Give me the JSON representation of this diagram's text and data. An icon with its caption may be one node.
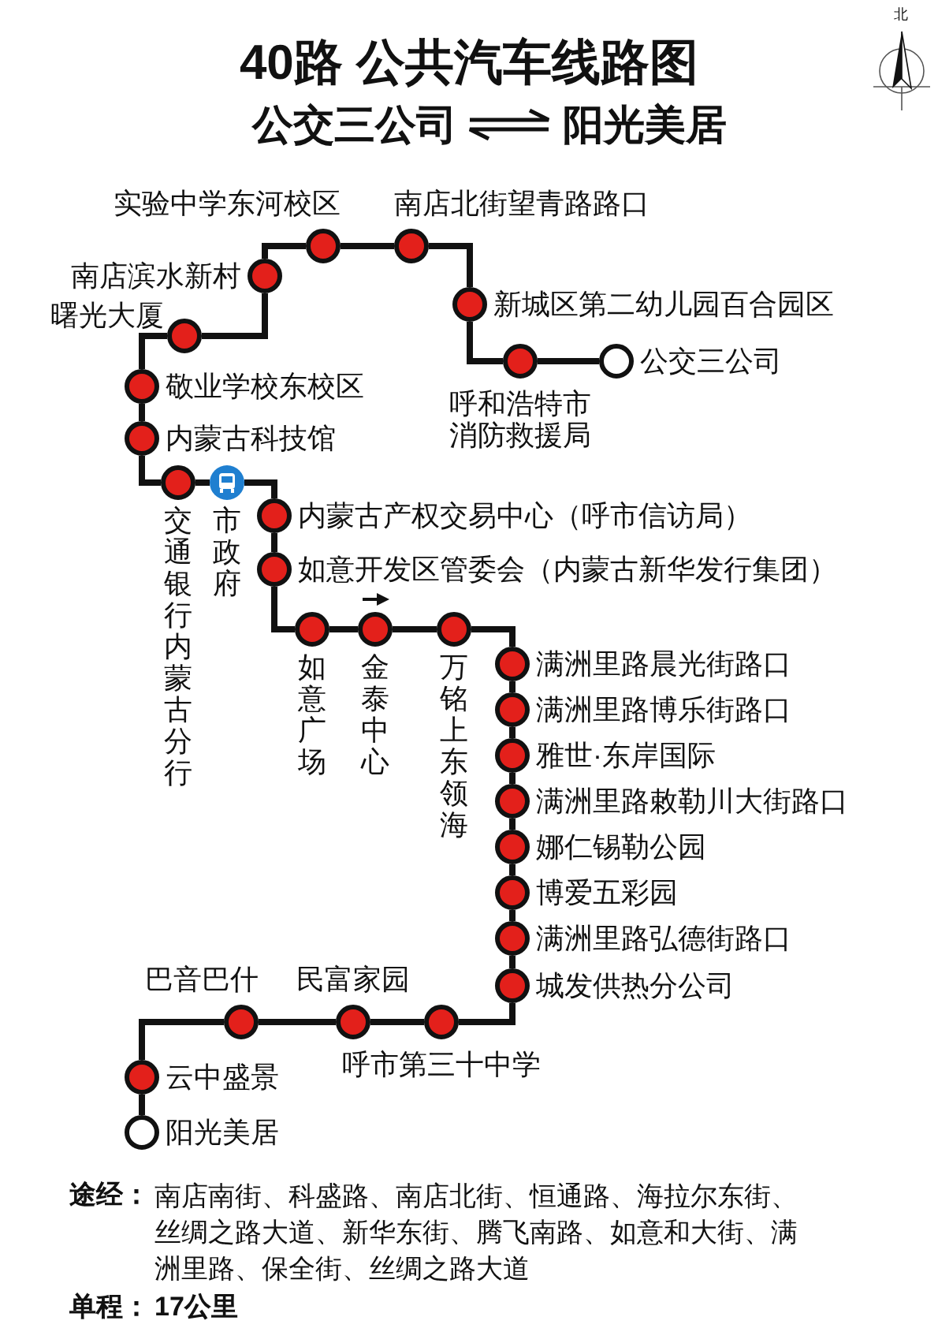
{
  "diagram": {
    "title": "40路 公共汽车线路图",
    "nodes": [
      {
        "text": [
          "公交三公司"
        ]
      },
      {
        "text": [
          "呼和浩特市消防救援局"
        ]
      },
      {
        "text": [
          "新城区第二幼儿园百合园区"
        ]
      },
      {
        "text": [
          "南店北街望青路路口"
        ]
      },
      {
        "text": [
          "实验中学东河校区"
        ]
      },
      {
        "text": [
          "南店滨水新村"
        ]
      },
      {
        "text": [
          "曙光大厦"
        ]
      },
      {
        "text": [
          "敬业学校东校区"
        ]
      },
      {
        "text": [
          "内蒙古科技馆"
        ]
      },
      {
        "text": [
          "交通银行内蒙古分行"
        ]
      },
      {
        "text": [
          "市政府"
        ]
      },
      {
        "text": [
          "内蒙古产权交易中心（呼市信访局）"
        ]
      },
      {
        "text": [
          "如意开发区管委会（内蒙古新华发行集团）"
        ]
      },
      {
        "text": [
          "如意广场"
        ]
      },
      {
        "text": [
          "金泰中心"
        ]
      },
      {
        "text": [
          "万铭上东领海"
        ]
      },
      {
        "text": [
          "满洲里路晨光街路口"
        ]
      },
      {
        "text": [
          "满洲里路博乐街路口"
        ]
      },
      {
        "text": [
          "雅世·东岸国际"
        ]
      },
      {
        "text": [
          "满洲里路敕勒川大街路口"
        ]
      },
      {
        "text": [
          "娜仁锡勒公园"
        ]
      },
      {
        "text": [
          "博爱五彩园"
        ]
      },
      {
        "text": [
          "满洲里路弘德街路口"
        ]
      },
      {
        "text": [
          "城发供热分公司"
        ]
      },
      {
        "text": [
          "呼市第三十中学"
        ]
      },
      {
        "text": [
          "民富家园"
        ]
      },
      {
        "text": [
          "巴音巴什"
        ]
      },
      {
        "text": [
          "云中盛景"
        ]
      },
      {
        "text": [
          "阳光美居"
        ]
      }
    ],
    "edges": [
      {
        "from": 0,
        "to": 1,
        "arrow": "none"
      },
      {
        "from": 1,
        "to": 2,
        "arrow": "none"
      },
      {
        "from": 2,
        "to": 3,
        "arrow": "none"
      },
      {
        "from": 3,
        "to": 4,
        "arrow": "none"
      },
      {
        "from": 4,
        "to": 5,
        "arrow": "none"
      },
      {
        "from": 5,
        "to": 6,
        "arrow": "none"
      },
      {
        "from": 6,
        "to": 7,
        "arrow": "none"
      },
      {
        "from": 7,
        "to": 8,
        "arrow": "none"
      },
      {
        "from": 8,
        "to": 9,
        "arrow": "none"
      },
      {
        "from": 9,
        "to": 10,
        "arrow": "none"
      },
      {
        "from": 10,
        "to": 11,
        "arrow": "none"
      },
      {
        "from": 11,
        "to": 12,
        "arrow": "none"
      },
      {
        "from": 12,
        "to": 13,
        "arrow": "none"
      },
      {
        "from": 13,
        "to": 14,
        "arrow": "none"
      },
      {
        "from": 14,
        "to": 15,
        "arrow": "none"
      },
      {
        "from": 15,
        "to": 16,
        "arrow": "none"
      },
      {
        "from": 16,
        "to": 17,
        "arrow": "none"
      },
      {
        "from": 17,
        "to": 18,
        "arrow": "none"
      },
      {
        "from": 18,
        "to": 19,
        "arrow": "none"
      },
      {
        "from": 19,
        "to": 20,
        "arrow": "none"
      },
      {
        "from": 20,
        "to": 21,
        "arrow": "none"
      },
      {
        "from": 21,
        "to": 22,
        "arrow": "none"
      },
      {
        "from": 22,
        "to": 23,
        "arrow": "none"
      },
      {
        "from": 23,
        "to": 24,
        "arrow": "none"
      },
      {
        "from": 24,
        "to": 25,
        "arrow": "none"
      },
      {
        "from": 25,
        "to": 26,
        "arrow": "none"
      },
      {
        "from": 26,
        "to": 27,
        "arrow": "none"
      },
      {
        "from": 27,
        "to": 28,
        "arrow": "none"
      }
    ],
    "labels": [
      "北",
      "公交三公司",
      "阳光美居",
      "途经：",
      "南店南街、科盛路、南店北街、恒通路、海拉尔东街、丝绸之路大道、新华东街、腾飞南路、如意和大街、满洲里路、保全街、丝绸之路大道",
      "单程：",
      "17公里"
    ]
  }
}
